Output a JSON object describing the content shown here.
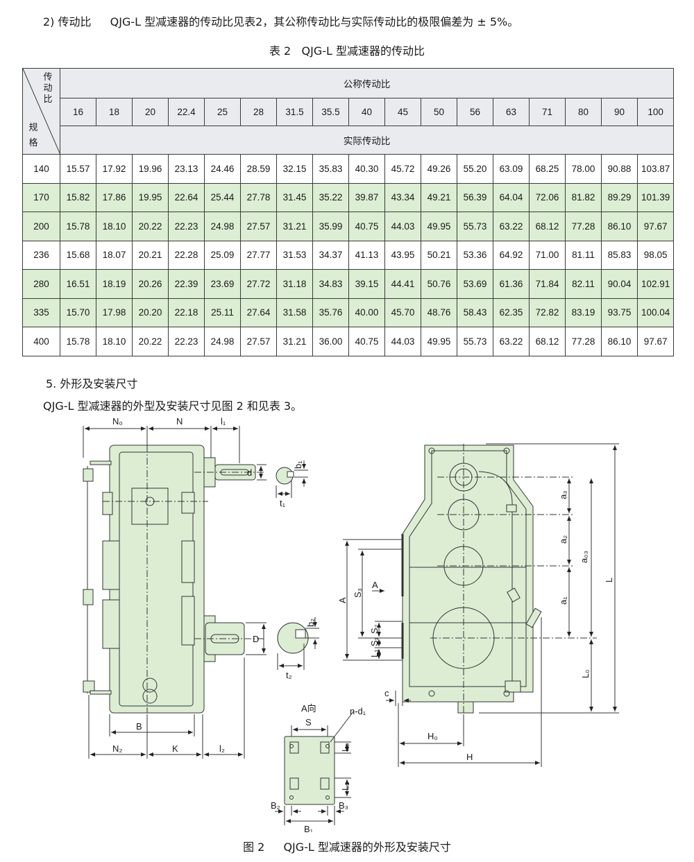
{
  "intro": {
    "num": "2)",
    "label": "传动比",
    "text": "QJG-L 型减速器的传动比见表2，其公称传动比与实际传动比的极限偏差为 ± 5%。"
  },
  "table_caption": {
    "num": "表 2",
    "text": "QJG-L 型减速器的传动比"
  },
  "table": {
    "corner_top": "传动比",
    "corner_bottom": "规格",
    "nominal_label": "公称传动比",
    "actual_label": "实际传动比",
    "nominal": [
      "16",
      "18",
      "20",
      "22.4",
      "25",
      "28",
      "31.5",
      "35.5",
      "40",
      "45",
      "50",
      "56",
      "63",
      "71",
      "80",
      "90",
      "100"
    ],
    "rows": [
      {
        "spec": "140",
        "values": [
          "15.57",
          "17.92",
          "19.96",
          "23.13",
          "24.46",
          "28.59",
          "32.15",
          "35.83",
          "40.30",
          "45.72",
          "49.26",
          "55.20",
          "63.09",
          "68.25",
          "78.00",
          "90.88",
          "103.87"
        ]
      },
      {
        "spec": "170",
        "values": [
          "15.82",
          "17.86",
          "19.95",
          "22.64",
          "25.44",
          "27.78",
          "31.45",
          "35.22",
          "39.87",
          "43.34",
          "49.21",
          "56.39",
          "64.04",
          "72.06",
          "81.82",
          "89.29",
          "101.39"
        ]
      },
      {
        "spec": "200",
        "values": [
          "15.78",
          "18.10",
          "20.22",
          "22.23",
          "24.98",
          "27.57",
          "31.21",
          "35.99",
          "40.75",
          "44.03",
          "49.95",
          "55.73",
          "63.22",
          "68.12",
          "77.28",
          "86.10",
          "97.67"
        ]
      },
      {
        "spec": "236",
        "values": [
          "15.68",
          "18.07",
          "20.21",
          "22.28",
          "25.09",
          "27.77",
          "31.53",
          "34.37",
          "41.13",
          "43.95",
          "50.21",
          "53.36",
          "64.92",
          "71.00",
          "81.11",
          "85.83",
          "98.05"
        ]
      },
      {
        "spec": "280",
        "values": [
          "16.51",
          "18.19",
          "20.26",
          "22.39",
          "23.69",
          "27.72",
          "31.18",
          "34.83",
          "39.15",
          "44.41",
          "50.76",
          "53.69",
          "61.36",
          "71.84",
          "82.11",
          "90.04",
          "102.91"
        ]
      },
      {
        "spec": "335",
        "values": [
          "15.70",
          "17.98",
          "20.20",
          "22.18",
          "25.11",
          "27.64",
          "31.58",
          "35.76",
          "40.00",
          "45.70",
          "48.76",
          "58.43",
          "62.35",
          "72.82",
          "83.19",
          "93.75",
          "100.04"
        ]
      },
      {
        "spec": "400",
        "values": [
          "15.78",
          "18.10",
          "20.22",
          "22.23",
          "24.98",
          "27.57",
          "31.21",
          "36.00",
          "40.75",
          "44.03",
          "49.95",
          "55.73",
          "63.22",
          "68.12",
          "77.28",
          "86.10",
          "97.67"
        ]
      }
    ]
  },
  "section": {
    "title": "5. 外形及安装尺寸",
    "text": "QJG-L 型减速器的外型及安装尺寸见图 2 和见表 3。"
  },
  "figure": {
    "labels": {
      "N0": "N₀",
      "N": "N",
      "l1": "l₁",
      "d": "d",
      "b1": "b₁",
      "t1": "t₁",
      "D": "D",
      "b2": "b₂",
      "t2": "t₂",
      "B": "B",
      "N2": "N₂",
      "K": "K",
      "l2": "l₂",
      "A_view": "A向",
      "nd1": "n-d₁",
      "S": "S",
      "L3": "L₃",
      "L2": "L₂",
      "B2": "B₂",
      "B3": "B₃",
      "B1": "B₁",
      "A": "A",
      "S3": "S₃",
      "Aarrow": "A",
      "S2": "S₂",
      "S1": "S₁",
      "L1": "L₁",
      "c": "c",
      "H0": "H₀",
      "H": "H",
      "a3": "a₃",
      "a2": "a₂",
      "a1": "a₁",
      "a03": "a₀₃",
      "L": "L",
      "L0": "L₀"
    },
    "fill_color": "#dcedd4",
    "caption_num": "图 2",
    "caption_text": "QJG-L 型减速器的外形及安装尺寸"
  }
}
